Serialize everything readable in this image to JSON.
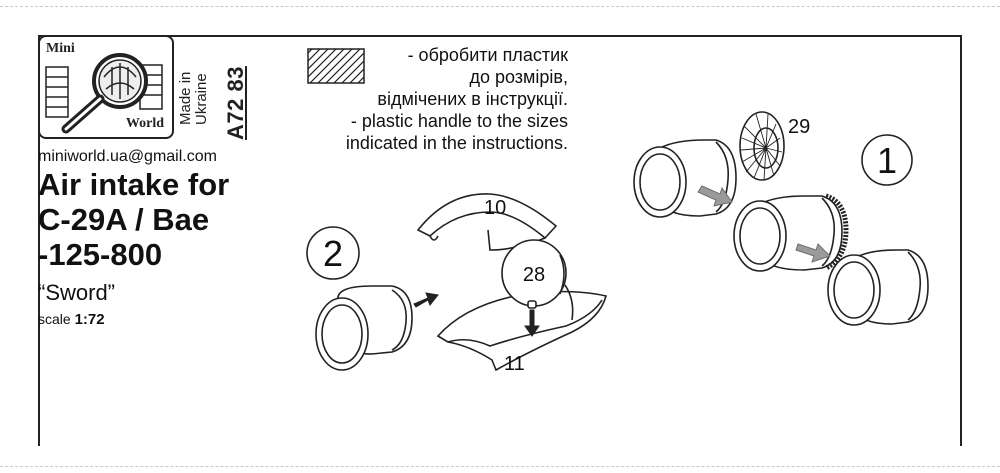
{
  "logo": {
    "top_text": "Mini",
    "bottom_text": "World"
  },
  "origin": {
    "line1": "Made in",
    "line2": "Ukraine"
  },
  "product_code": "A72 83",
  "email": "miniworld.ua@gmail.com",
  "title": {
    "line1": "Air intake for",
    "line2": "C-29A / Bae",
    "line3": "-125-800"
  },
  "subtitle": "“Sword”",
  "scale": {
    "prefix": "scale",
    "value": "1:72"
  },
  "legend": {
    "lines": [
      "- обробити пластик",
      "до розмірів,",
      "відмічених в інструкції.",
      "- plastic handle to the sizes",
      "indicated in the instructions."
    ]
  },
  "steps": {
    "step1": "1",
    "step2": "2"
  },
  "parts": {
    "p10": "10",
    "p11": "11",
    "p28": "28",
    "p29": "29"
  },
  "colors": {
    "line": "#222222",
    "arrow": "#9a9a9a",
    "frame": "#222222"
  }
}
